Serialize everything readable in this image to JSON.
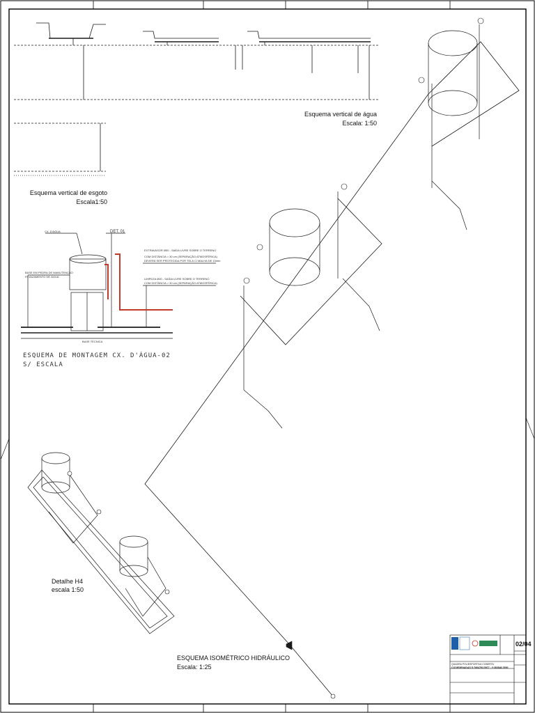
{
  "captions": {
    "agua_title": "Esquema vertical de água",
    "agua_scale": "Escala: 1:50",
    "esgoto_title": "Esquema vertical de esgoto",
    "esgoto_scale": "Escala1:50",
    "montagem_title": "ESQUEMA DE MONTAGEM CX. D'ÁGUA-02",
    "montagem_scale": "S/ ESCALA",
    "detalhe_title": "Detalhe H4",
    "detalhe_scale": "escala 1:50",
    "isometrico_title": "ESQUEMA ISOMÉTRICO HIDRÁULICO",
    "isometrico_scale": "Escala: 1:25"
  },
  "montagem_labels": {
    "cx_agua": "CX. D'ÁGUA",
    "det": "DET. 01",
    "extravasor": "EXTRAVASOR Ø50 - SAÍDA LIVRE SOBRE O TERRENO",
    "extravasor_note1": "COM DISTÂNCIA > 30 cm (SEPARAÇÃO ATMOSFÉRICA)",
    "extravasor_note2": "DEVERÁ SER PROTEGIDA POR TELA C/ MALHA DE 10mm",
    "limpeza": "LIMPEZA Ø40 - SAÍDA LIVRE SOBRE O TERRENO",
    "limpeza_note": "COM DISTÂNCIA > 30 cm (SEPARAÇÃO ATMOSFÉRICA)",
    "manutencao": "BASE EM PEDRA DE MANUTENÇÃO",
    "manutencao_note": "P/ VAZAMENTO DE ÁGUA",
    "base": "BASE TÉCNICA"
  },
  "title_block": {
    "sheet_number": "02/04",
    "project_line1": "QUADRA POLIESPORTIVA COBERTA",
    "project_line2": "COORDENADAS S:7664793.5977 ; Y:383846.7690"
  },
  "colors": {
    "line": "#1a1a1a",
    "border": "#000000",
    "accent_red": "#c0392b",
    "logo_blue": "#1f5fa8",
    "logo_green": "#2e8b57"
  }
}
